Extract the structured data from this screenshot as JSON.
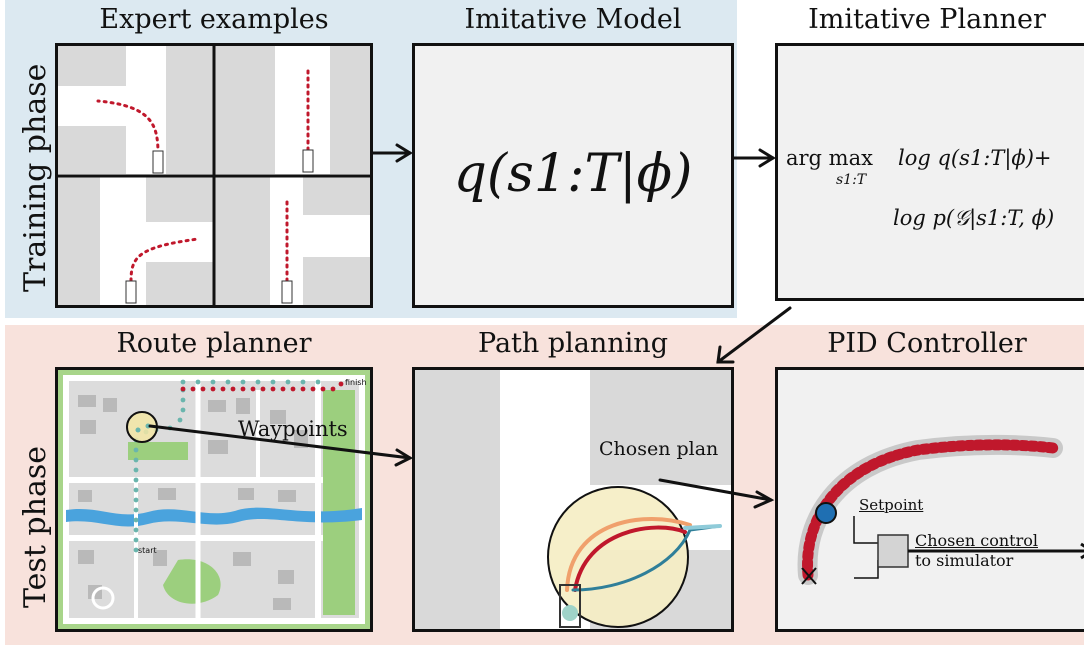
{
  "phases": {
    "training": "Training phase",
    "test": "Test phase"
  },
  "titles": {
    "expert_examples": "Expert examples",
    "imitative_model": "Imitative Model",
    "imitative_planner": "Imitative Planner",
    "route_planner": "Route planner",
    "path_planning": "Path planning",
    "pid_controller": "PID Controller"
  },
  "imitative_model": {
    "formula": "q(s1:T|ϕ)"
  },
  "imitative_planner": {
    "line1_op": "arg max",
    "line1_sub": "s1:T",
    "line1_expr": "log q(s1:T|ϕ)+",
    "line2_expr": "log p(𝒢|s1:T, ϕ)"
  },
  "route_planner": {
    "finish": "finish",
    "start": "start",
    "waypoints": "Waypoints"
  },
  "path_planning": {
    "chosen_plan": "Chosen plan"
  },
  "pid": {
    "setpoint": "Setpoint",
    "chosen_control": "Chosen control",
    "to_simulator": "to simulator"
  },
  "colors": {
    "training_bg": "#dce9f1",
    "test_bg": "#f8e2dc",
    "trajectory_red": "#c0182c",
    "waypoint_teal": "#6ab5ad",
    "setpoint_blue": "#1f6fb2",
    "park_green": "#9ccf7e",
    "river_blue": "#4aa3dd",
    "plan_orange": "#f0a06c",
    "plan_teal": "#2f7f99",
    "plan_lightblue": "#8fcbd9"
  }
}
